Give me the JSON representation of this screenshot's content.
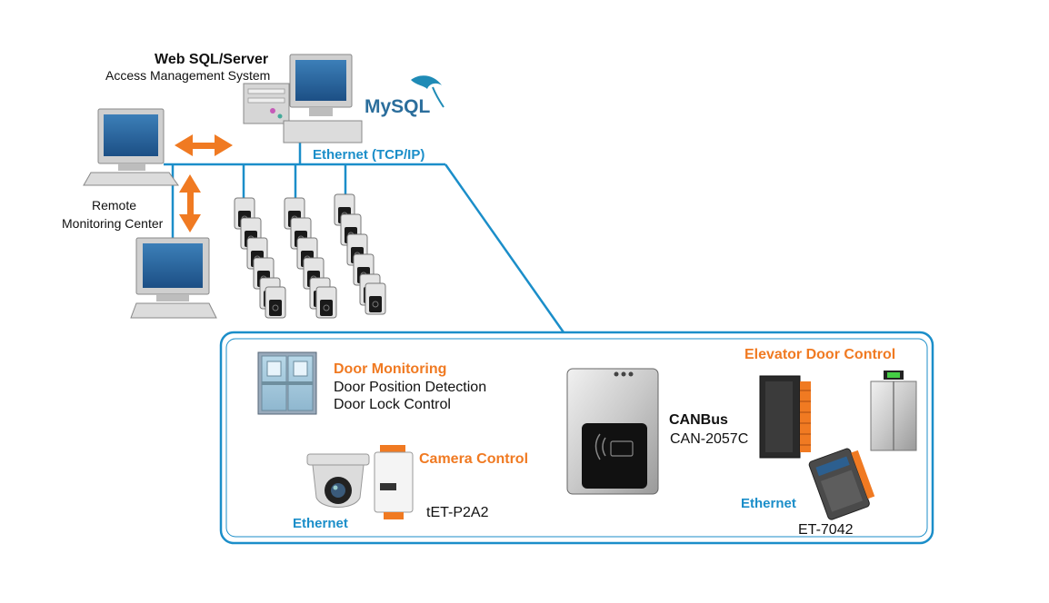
{
  "server": {
    "title": "Web SQL/Server",
    "subtitle": "Access Management System",
    "db_logo": "MySQL"
  },
  "network": {
    "label": "Ethernet (TCP/IP)"
  },
  "remote_center": {
    "line1": "Remote",
    "line2": "Monitoring Center"
  },
  "door": {
    "title": "Door Monitoring",
    "line1": "Door Position Detection",
    "line2": "Door Lock Control"
  },
  "camera": {
    "title": "Camera Control",
    "network": "Ethernet",
    "device": "tET-P2A2"
  },
  "canbus": {
    "title": "CANBus",
    "device": "CAN-2057C"
  },
  "elevator": {
    "title": "Elevator Door Control",
    "network": "Ethernet",
    "device": "ET-7042"
  },
  "colors": {
    "accent_orange": "#f07a22",
    "network_blue": "#1b8ec9"
  }
}
